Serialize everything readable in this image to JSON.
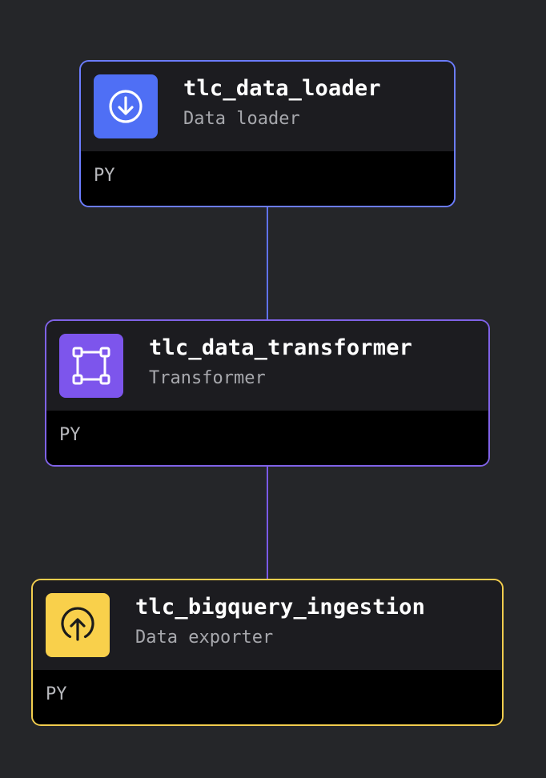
{
  "pipeline": {
    "blocks": [
      {
        "name": "tlc_data_loader",
        "type_label": "Data loader",
        "language": "PY",
        "icon": "download-circle-icon",
        "color": "#4f6ff5",
        "border_color": "#6b7cff"
      },
      {
        "name": "tlc_data_transformer",
        "type_label": "Transformer",
        "language": "PY",
        "icon": "transform-square-icon",
        "color": "#7d55ec",
        "border_color": "#7f62e6"
      },
      {
        "name": "tlc_bigquery_ingestion",
        "type_label": "Data exporter",
        "language": "PY",
        "icon": "upload-circle-icon",
        "color": "#f9d04b",
        "border_color": "#f2cd4e"
      }
    ],
    "edges": [
      {
        "from": "tlc_data_loader",
        "to": "tlc_data_transformer",
        "color": "#5f72f3"
      },
      {
        "from": "tlc_data_transformer",
        "to": "tlc_bigquery_ingestion",
        "color": "#7a5ae8"
      }
    ]
  }
}
